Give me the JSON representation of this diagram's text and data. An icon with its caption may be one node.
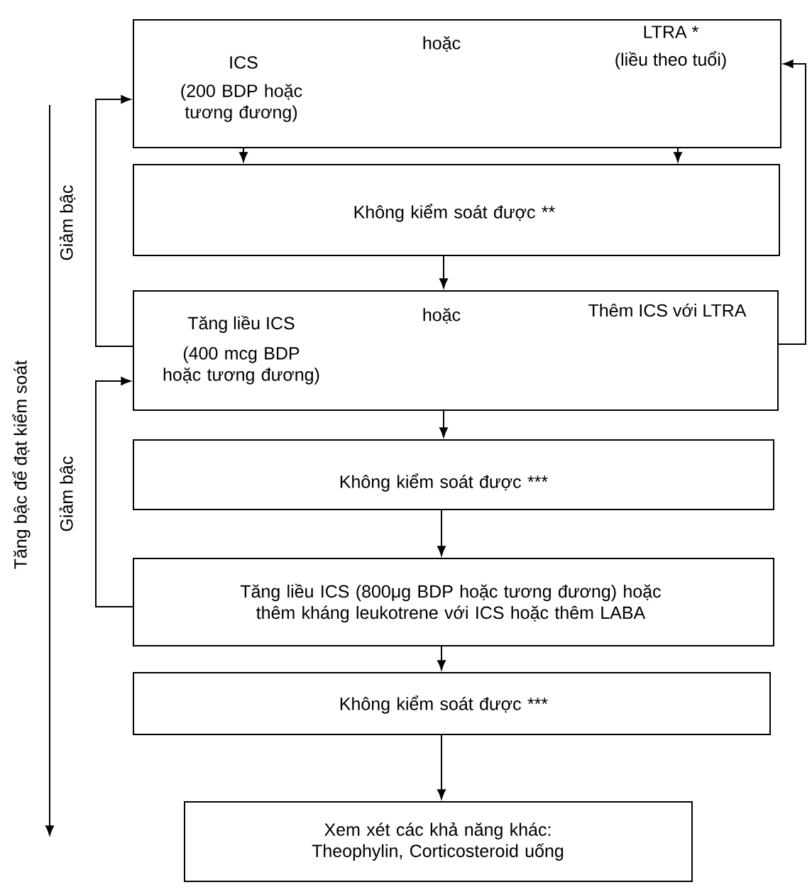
{
  "diagram": {
    "nodes": [
      {
        "text": [
          "ICS",
          "(200 BDP hoặc tương đương)",
          "hoặc",
          "LTRA *",
          "(liều theo tuổi)"
        ]
      },
      {
        "text": [
          "Không kiểm soát được **"
        ]
      },
      {
        "text": [
          "Tăng liều ICS",
          "(400 mcg BDP hoặc tương đương)",
          "hoặc",
          "Thêm ICS với LTRA"
        ]
      },
      {
        "text": [
          "Không kiểm soát được ***"
        ]
      },
      {
        "text": [
          "Tăng liều ICS (800μg BDP hoặc tương đương) hoặc thêm kháng leukotrene với ICS hoặc thêm LABA"
        ]
      },
      {
        "text": [
          "Không kiểm soát được ***"
        ]
      },
      {
        "text": [
          "Xem xét các khả năng khác: Theophylin, Corticosteroid uống"
        ]
      }
    ],
    "edges": [
      {
        "from": 0,
        "to": 1,
        "arrow": "to"
      },
      {
        "from": 0,
        "to": 1,
        "arrow": "to"
      },
      {
        "from": 1,
        "to": 2,
        "arrow": "to"
      },
      {
        "from": 2,
        "to": 0,
        "arrow": "to",
        "label": "Giảm bậc"
      },
      {
        "from": 2,
        "to": 0,
        "arrow": "to"
      },
      {
        "from": 2,
        "to": 3,
        "arrow": "to"
      },
      {
        "from": 4,
        "to": 2,
        "arrow": "to",
        "label": "Giảm bậc"
      },
      {
        "from": 3,
        "to": 4,
        "arrow": "to"
      },
      {
        "from": 4,
        "to": 5,
        "arrow": "to"
      },
      {
        "from": 5,
        "to": 6,
        "arrow": "to"
      }
    ],
    "labels": [
      "Tăng bậc để đạt kiểm soát"
    ]
  }
}
